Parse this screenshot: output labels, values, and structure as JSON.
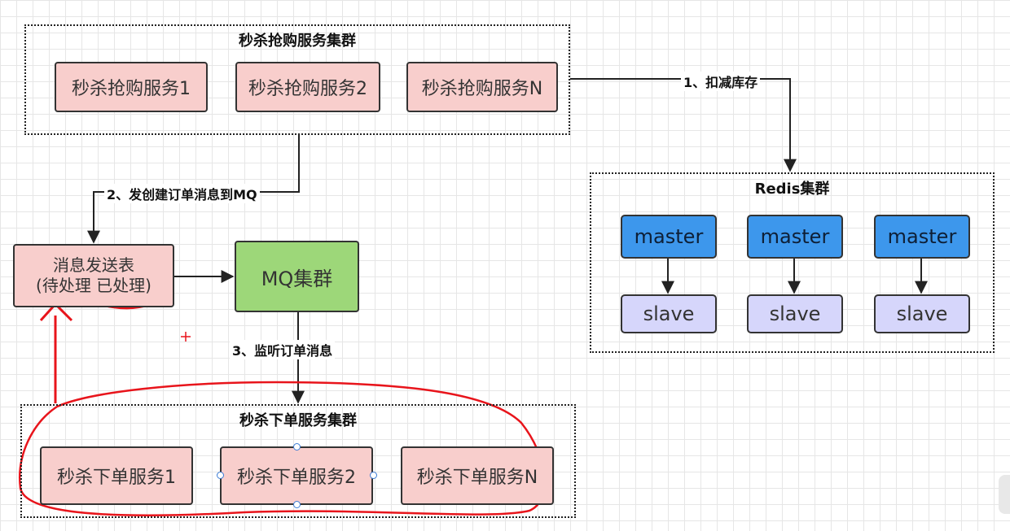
{
  "groups": {
    "rush": {
      "title": "秒杀抢购服务集群",
      "nodes": [
        "秒杀抢购服务1",
        "秒杀抢购服务2",
        "秒杀抢购服务N"
      ]
    },
    "redis": {
      "title": "Redis集群",
      "masters": [
        "master",
        "master",
        "master"
      ],
      "slaves": [
        "slave",
        "slave",
        "slave"
      ]
    },
    "order": {
      "title": "秒杀下单服务集群",
      "nodes": [
        "秒杀下单服务1",
        "秒杀下单服务2",
        "秒杀下单服务N"
      ]
    }
  },
  "message_table": {
    "line1": "消息发送表",
    "line2": "(待处理 已处理)"
  },
  "mq": {
    "label": "MQ集群"
  },
  "edges": {
    "deduct_stock": "1、扣减库存",
    "create_order_msg": "2、发创建订单消息到MQ",
    "listen_order_msg": "3、监听订单消息"
  },
  "colors": {
    "service_fill": "#f8cecc",
    "mq_fill": "#9dd779",
    "master_fill": "#3d97ec",
    "slave_fill": "#d6d6fb",
    "annotation": "#e8141b",
    "selection_handle": "#3a7bd5"
  }
}
